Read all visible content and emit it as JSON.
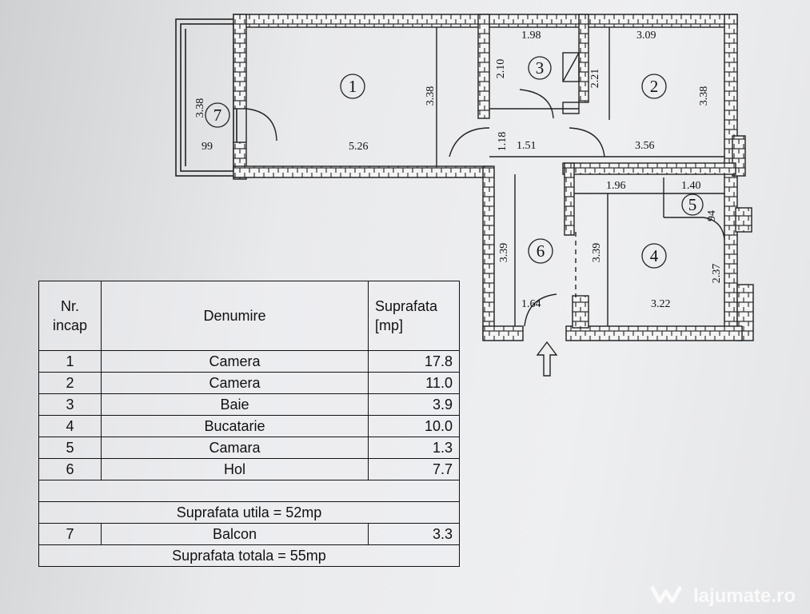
{
  "plan": {
    "room_numbers": [
      "1",
      "2",
      "3",
      "4",
      "5",
      "6",
      "7"
    ],
    "dimensions": {
      "r7_height": "3.38",
      "r7_width": "99",
      "r1_height": "3.38",
      "r1_width": "5.26",
      "r3_width": "1.98",
      "r3_height": "2.10",
      "r2_width_top": "3.09",
      "r2_left_height": "2.21",
      "r2_right_height": "3.38",
      "r2_width_bottom": "3.56",
      "hall_door_height": "1.18",
      "hall_width": "1.51",
      "r4_width_top": "1.96",
      "r5_width": "1.40",
      "r5_height": "94",
      "r6_left_height": "3.39",
      "r4_left_height": "3.39",
      "r4_right_height": "2.37",
      "r6_width": "1.64",
      "r4_width_bottom": "3.22"
    }
  },
  "table": {
    "headers": {
      "nr": "Nr.\nincap",
      "denumire": "Denumire",
      "suprafata": "Suprafata\n[mp]"
    },
    "rows": [
      {
        "nr": "1",
        "denumire": "Camera",
        "suprafata": "17.8"
      },
      {
        "nr": "2",
        "denumire": "Camera",
        "suprafata": "11.0"
      },
      {
        "nr": "3",
        "denumire": "Baie",
        "suprafata": "3.9"
      },
      {
        "nr": "4",
        "denumire": "Bucatarie",
        "suprafata": "10.0"
      },
      {
        "nr": "5",
        "denumire": "Camara",
        "suprafata": "1.3"
      },
      {
        "nr": "6",
        "denumire": "Hol",
        "suprafata": "7.7"
      }
    ],
    "suprafata_utila": "Suprafata utila = 52mp",
    "balcon": {
      "nr": "7",
      "denumire": "Balcon",
      "suprafata": "3.3"
    },
    "suprafata_totala": "Suprafata totala = 55mp"
  },
  "watermark": {
    "text": "lajumate.ro"
  }
}
